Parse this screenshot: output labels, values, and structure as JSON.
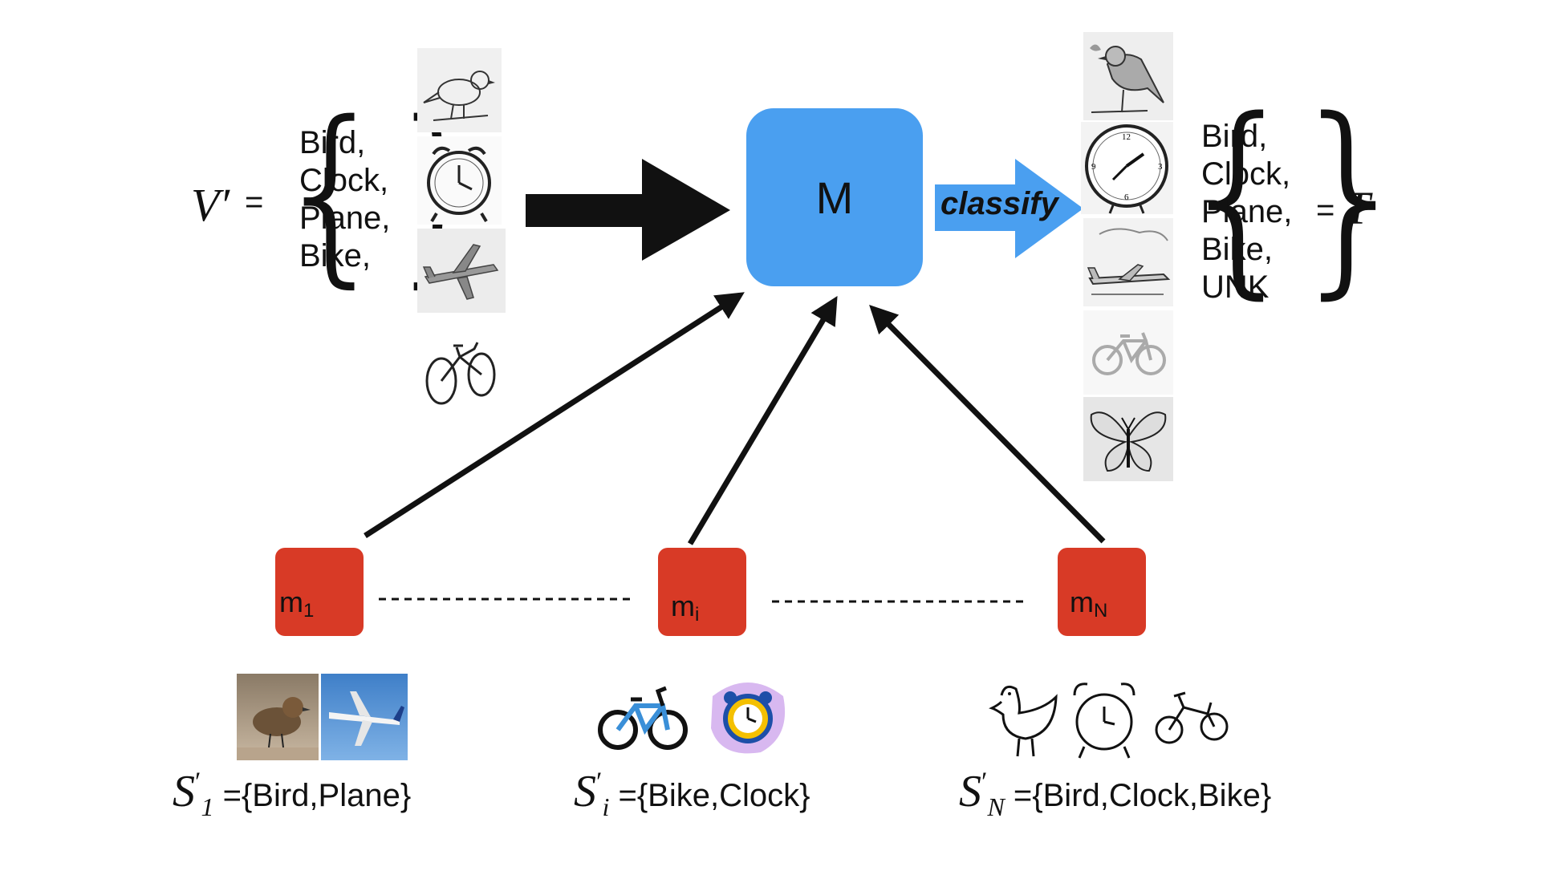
{
  "server_model": {
    "label": "M"
  },
  "arrow_label": "classify",
  "left_set": {
    "symbol": "V′",
    "equals": "=",
    "items": [
      "Bird,",
      "Clock,",
      "Plane,",
      "Bike,"
    ]
  },
  "right_set": {
    "equals": "=",
    "symbol": "T",
    "items": [
      "Bird,",
      "Clock,",
      "Plane,",
      "Bike,",
      "UNK"
    ]
  },
  "clients": [
    {
      "base": "m",
      "sub": "1",
      "set_sym": "S",
      "set_sub": "1",
      "set_text": "={Bird,Plane}"
    },
    {
      "base": "m",
      "sub": "i",
      "set_sym": "S",
      "set_sub": "i",
      "set_text": "={Bike,Clock}"
    },
    {
      "base": "m",
      "sub": "N",
      "set_sym": "S",
      "set_sub": "N",
      "set_text": "={Bird,Clock,Bike}"
    }
  ],
  "colors": {
    "server": "#4a9ff0",
    "client": "#d83a26",
    "arrow": "#111111",
    "classify_arrow": "#4a9ff0"
  },
  "icons": {
    "left_thumbnails": [
      "bird-sketch-icon",
      "alarm-clock-sketch-icon",
      "plane-sketch-icon",
      "bike-sketch-icon"
    ],
    "right_thumbnails": [
      "bird-sketch-icon",
      "wall-clock-icon",
      "plane-sketch-icon",
      "bike-icon",
      "butterfly-sketch-icon"
    ],
    "client_1_images": [
      "sparrow-photo-icon",
      "airplane-photo-icon"
    ],
    "client_i_images": [
      "bike-cartoon-icon",
      "alarm-clock-cartoon-icon"
    ],
    "client_N_images": [
      "bird-doodle-icon",
      "alarm-clock-doodle-icon",
      "bike-doodle-icon"
    ]
  }
}
